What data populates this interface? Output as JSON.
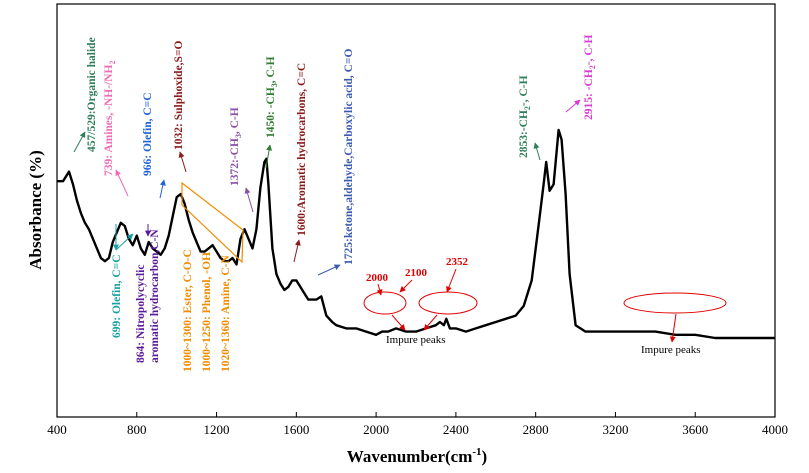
{
  "chart_data": {
    "type": "line",
    "title": "",
    "xlabel": "Wavenumber(cm",
    "xlabel_sup": "-1",
    "xlabel_close": ")",
    "ylabel": "Absorbance (%)",
    "xlim": [
      400,
      4000
    ],
    "ylim": [
      0,
      100
    ],
    "x_ticks": [
      400,
      800,
      1200,
      1600,
      2000,
      2400,
      2800,
      3200,
      3600,
      4000
    ],
    "show_y_ticks": false,
    "grid": false,
    "line_color": "#000000",
    "series": [
      {
        "x": [
          400,
          430,
          460,
          480,
          500,
          520,
          540,
          560,
          580,
          600,
          620,
          640,
          660,
          680,
          700,
          720,
          740,
          760,
          780,
          800,
          820,
          840,
          860,
          880,
          900,
          920,
          940,
          960,
          980,
          1000,
          1020,
          1040,
          1060,
          1080,
          1100,
          1120,
          1140,
          1160,
          1180,
          1200,
          1220,
          1240,
          1260,
          1280,
          1300,
          1320,
          1340,
          1360,
          1380,
          1400,
          1420,
          1440,
          1450,
          1460,
          1480,
          1500,
          1520,
          1540,
          1560,
          1580,
          1600,
          1620,
          1640,
          1660,
          1680,
          1700,
          1725,
          1750,
          1780,
          1800,
          1850,
          1900,
          1950,
          2000,
          2030,
          2060,
          2100,
          2150,
          2200,
          2250,
          2300,
          2320,
          2340,
          2352,
          2370,
          2400,
          2450,
          2500,
          2550,
          2600,
          2650,
          2700,
          2740,
          2780,
          2800,
          2820,
          2840,
          2853,
          2870,
          2890,
          2915,
          2930,
          2950,
          2970,
          3000,
          3050,
          3100,
          3200,
          3300,
          3400,
          3500,
          3600,
          3700,
          3800,
          3900,
          4000
        ],
        "y": [
          59,
          59,
          62,
          58,
          53,
          49,
          46,
          44,
          41,
          38,
          35,
          34,
          35,
          40,
          43,
          46,
          45,
          41,
          39,
          42,
          38,
          36,
          40,
          38,
          37,
          36,
          38,
          42,
          48,
          54,
          55,
          52,
          47,
          43,
          40,
          37,
          37,
          38,
          39,
          37,
          35,
          34,
          34,
          35,
          33,
          41,
          44,
          41,
          38,
          44,
          57,
          65,
          66,
          58,
          38,
          30,
          27,
          25,
          26,
          28,
          28,
          26,
          24,
          22,
          22,
          22,
          23,
          17,
          15,
          14,
          13,
          13,
          12,
          11,
          12,
          12,
          13,
          12,
          12,
          13,
          14,
          15,
          14,
          16,
          13,
          13,
          12,
          13,
          14,
          15,
          16,
          17,
          20,
          28,
          38,
          48,
          58,
          65,
          56,
          58,
          75,
          72,
          55,
          30,
          14,
          12,
          12,
          12,
          12,
          12,
          11,
          11,
          10,
          10,
          10,
          10
        ]
      }
    ],
    "annotations": [
      {
        "text": "457/529:Organic halide",
        "color": "#2e7d5b",
        "dir": "up",
        "at": 493
      },
      {
        "text": "739: Amines, -NH-/NH",
        "sub": "2",
        "color": "#f06bb4",
        "dir": "up",
        "at": 739
      },
      {
        "text": "966:  Olefin, C=C",
        "color": "#1f63d6",
        "dir": "up",
        "at": 966
      },
      {
        "text": "1032: Sulphoxide,S=O",
        "color": "#8b1a1a",
        "dir": "up",
        "at": 1032
      },
      {
        "text": "1372:-CH",
        "sub": "3",
        "tail": ", C-H",
        "color": "#8a4fa8",
        "dir": "up",
        "at": 1372
      },
      {
        "text": "1450: -CH",
        "sub": "3",
        "tail": ", C-H",
        "color": "#2e7d32",
        "dir": "up",
        "at": 1450
      },
      {
        "text": "1600:Aromatic hydrocarbons, C=C",
        "color": "#8b1a1a",
        "dir": "up",
        "at": 1600
      },
      {
        "text": "1725:ketone,aldehyde,Carboxylic acid, C=O",
        "color": "#3a5bb0",
        "dir": "up",
        "at": 1725
      },
      {
        "text": "2853:-CH",
        "sub": "2",
        "tail": "-, C-H",
        "color": "#2e7d5b",
        "dir": "up",
        "at": 2853
      },
      {
        "text": "2915: -CH",
        "sub": "2",
        "tail": "-, C-H",
        "color": "#d63bd6",
        "dir": "up",
        "at": 2915
      },
      {
        "text": "699: Olefin, C=C",
        "color": "#1aa0a0",
        "dir": "down",
        "at": 699
      },
      {
        "text": "864: Nitropolycyclic",
        "text2": "aromatic hydrocarbon,C-N",
        "color": "#5a1a9a",
        "dir": "down",
        "at": 864
      },
      {
        "text": "1000~1300: Ester, C-O-C",
        "color": "#f08c00",
        "dir": "down",
        "at": 1000
      },
      {
        "text": "1000~1250: Phenol, -OH",
        "color": "#f08c00",
        "dir": "down",
        "at": 1000
      },
      {
        "text": "1020~1360: Amine, C-N",
        "color": "#f08c00",
        "dir": "down",
        "at": 1020
      }
    ],
    "impure_markers": [
      {
        "label": "2000",
        "at": 2000
      },
      {
        "label": "2100",
        "at": 2100
      },
      {
        "label": "2352",
        "at": 2352
      }
    ],
    "impure_labels": [
      "Impure peaks",
      "Impure peaks"
    ]
  }
}
